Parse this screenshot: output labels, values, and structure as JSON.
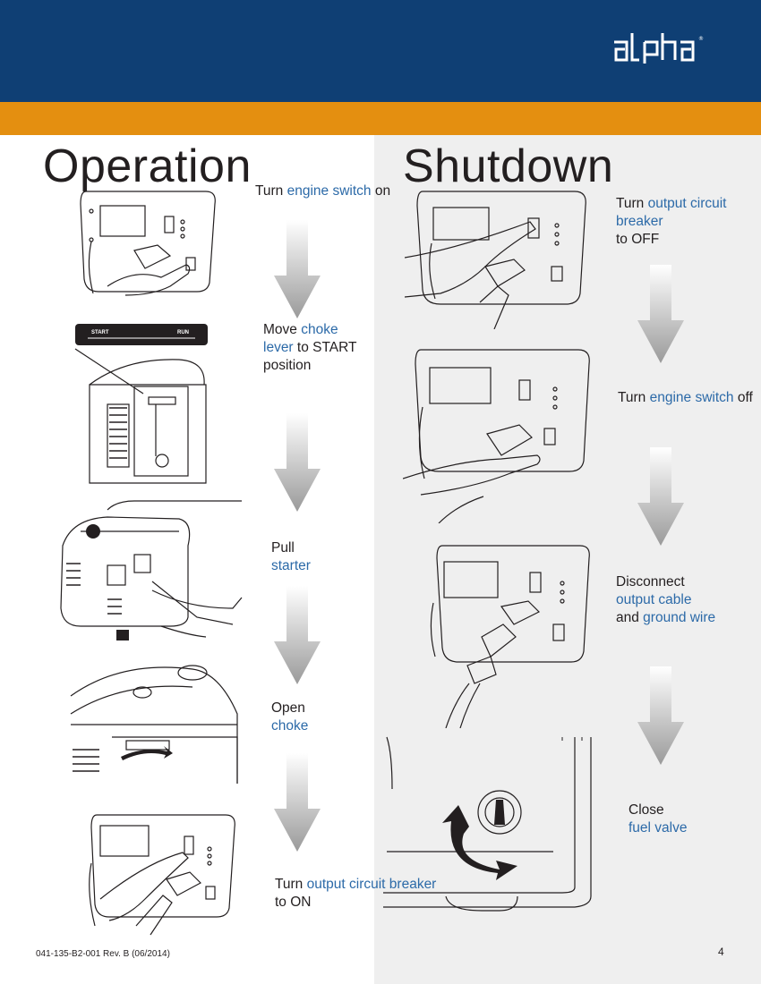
{
  "header": {
    "brand_logo_text": "alpha",
    "colors": {
      "blue": "#0f3f74",
      "orange": "#e48f10",
      "highlight": "#2c6aa8",
      "panel": "#efefef"
    }
  },
  "operation": {
    "title": "Operation",
    "steps": [
      {
        "pre": "Turn ",
        "hl": "engine switch",
        "post": " on",
        "icon": "control-panel-engine-switch"
      },
      {
        "pre": "Move ",
        "hl": "choke lever",
        "post": " to START position",
        "icon": "choke-lever"
      },
      {
        "pre": "Pull ",
        "hl": "starter",
        "post": "",
        "icon": "pull-starter"
      },
      {
        "pre": "Open ",
        "hl": "choke",
        "post": "",
        "icon": "open-choke"
      },
      {
        "pre": "Turn ",
        "hl": "output circuit breaker",
        "post": " to ON",
        "icon": "control-panel-output-breaker"
      }
    ],
    "choke_label": {
      "start": "START",
      "run": "RUN"
    }
  },
  "shutdown": {
    "title": "Shutdown",
    "steps": [
      {
        "pre": "Turn ",
        "hl": "output circuit breaker",
        "post": " to OFF",
        "icon": "control-panel-output-breaker"
      },
      {
        "pre": "Turn ",
        "hl": "engine switch",
        "post": " off",
        "icon": "control-panel-engine-switch"
      },
      {
        "pre": "Disconnect ",
        "hl": "output cable",
        "mid": " and ",
        "hl2": "ground wire",
        "post": "",
        "icon": "disconnect-cable"
      },
      {
        "pre": "Close ",
        "hl": "fuel valve",
        "post": "",
        "icon": "fuel-valve"
      }
    ]
  },
  "footer": {
    "doc_id": "041-135-B2-001 Rev. B (06/2014)",
    "page_number": "4"
  }
}
